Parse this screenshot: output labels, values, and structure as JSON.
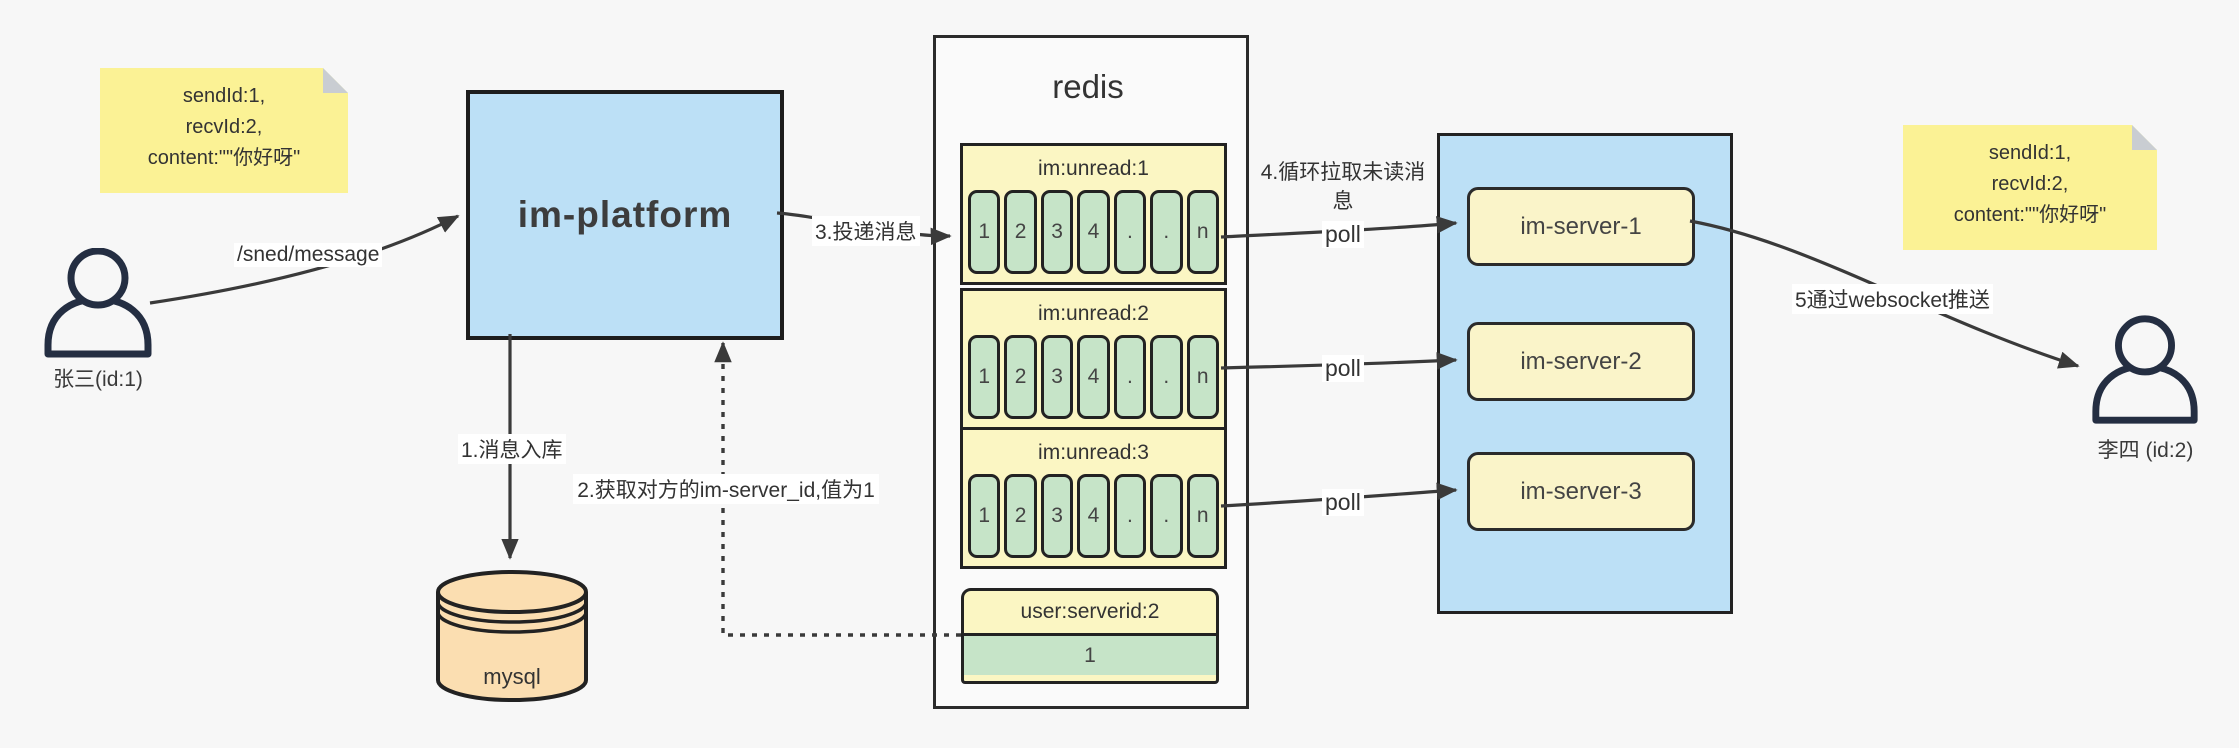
{
  "notes": {
    "left": {
      "lines": [
        "sendId:1,",
        "recvId:2,",
        "content:\"\"你好呀\""
      ]
    },
    "right": {
      "lines": [
        "sendId:1,",
        "recvId:2,",
        "content:\"\"你好呀\""
      ]
    }
  },
  "actors": {
    "sender": {
      "label": "张三(id:1)"
    },
    "receiver": {
      "label": "李四 (id:2)"
    }
  },
  "platform": {
    "label": "im-platform"
  },
  "database": {
    "label": "mysql"
  },
  "redis": {
    "title": "redis",
    "queues": [
      {
        "name": "im:unread:1",
        "cells": [
          "1",
          "2",
          "3",
          "4",
          ".",
          ".",
          "n"
        ]
      },
      {
        "name": "im:unread:2",
        "cells": [
          "1",
          "2",
          "3",
          "4",
          ".",
          ".",
          "n"
        ]
      },
      {
        "name": "im:unread:3",
        "cells": [
          "1",
          "2",
          "3",
          "4",
          ".",
          ".",
          "n"
        ]
      }
    ],
    "server_map": {
      "name": "user:serverid:2",
      "value": "1"
    }
  },
  "servers": {
    "items": [
      {
        "label": "im-server-1"
      },
      {
        "label": "im-server-2"
      },
      {
        "label": "im-server-3"
      }
    ]
  },
  "edges": {
    "send": "/sned/message",
    "store": "1.消息入库",
    "lookup": "2.获取对方的im-server_id,值为1",
    "deliver": "3.投递消息",
    "pull": "4.循环拉取未读消息",
    "poll": "poll",
    "push": "5通过websocket推送"
  },
  "colors": {
    "accent_blue": "#BCE0F6",
    "sticky_yellow": "#FBF295",
    "queue_yellow": "#FBF6C3",
    "cell_green": "#C6E4C8",
    "server_yellow": "#FAF4C9",
    "db_orange": "#FBDEB1",
    "line": "#3a3a3a"
  }
}
